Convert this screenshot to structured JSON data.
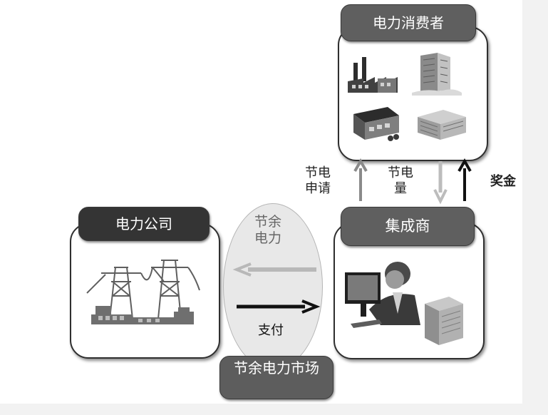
{
  "blocks": {
    "power_company": "电力公司",
    "consumers": "电力消费者",
    "aggregator": "集成商",
    "market": "节余电力市场"
  },
  "labels": {
    "surplus_power": "节余电力",
    "payment": "支付",
    "saving_request": "节电申请",
    "saving_amount": "节电量",
    "bonus": "奖金"
  },
  "icons": [
    "factory-icon",
    "office-tower-icon",
    "store-icon",
    "office-building-icon",
    "power-tower-icon",
    "worker-computer-icon",
    "server-icon"
  ]
}
